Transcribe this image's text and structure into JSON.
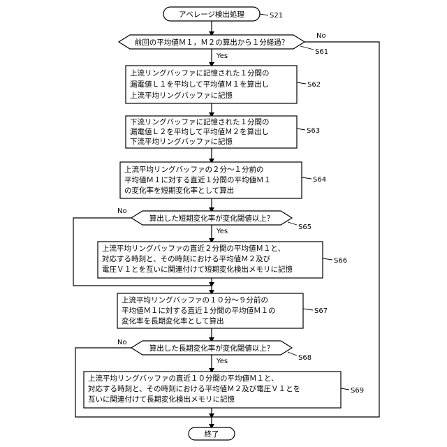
{
  "start": {
    "text": "アベレージ検出処理",
    "step": "S21"
  },
  "end": {
    "text": "終了"
  },
  "decisions": [
    {
      "id": "d1",
      "text": "前回の平均値Ｍ１，Ｍ２の算出から１分経過？",
      "step": "S61",
      "yes": "Yes",
      "no": "No"
    },
    {
      "id": "d2",
      "text": "算出した短期変化率が変化閾値以上？",
      "step": "S65",
      "yes": "Yes",
      "no": "No"
    },
    {
      "id": "d3",
      "text": "算出した長期変化率が変化閾値以上？",
      "step": "S68",
      "yes": "Yes",
      "no": "No"
    }
  ],
  "processes": [
    {
      "id": "p1",
      "step": "S62",
      "lines": [
        "上流リングバッファに記憶された１分間の",
        "漏電値Ｌ１を平均して平均値Ｍ１を算出し",
        "上流平均リングバッファに記憶"
      ]
    },
    {
      "id": "p2",
      "step": "S63",
      "lines": [
        "下流リングバッファに記憶された１分間の",
        "漏電値Ｌ２を平均して平均値Ｍ２を算出し",
        "下流平均リングバッファに記憶"
      ]
    },
    {
      "id": "p3",
      "step": "S64",
      "lines": [
        "上流平均リングバッファの２分〜１分前の",
        "平均値Ｍ１に対する直近１分間の平均値Ｍ１",
        "の変化率を短期変化率として算出"
      ]
    },
    {
      "id": "p4",
      "step": "S66",
      "lines": [
        "上流平均リングバッファの直近２分間の平均値Ｍ１と、",
        "対応する時刻と、その時刻における平均値Ｍ２及び",
        "電圧Ｖ１とを互いに関連付けて短期変化検出メモリに記憶"
      ]
    },
    {
      "id": "p5",
      "step": "S67",
      "lines": [
        "上流平均リングバッファの１０分〜９分前の",
        "平均値Ｍ１に対する直近１分間の平均値Ｍ１の",
        "変化率を長期変化率として算出"
      ]
    },
    {
      "id": "p6",
      "step": "S69",
      "lines": [
        "上流平均リングバッファの直近１０分間の平均値Ｍ１と、",
        "対応する時刻と、その時刻における平均値Ｍ２及び電圧Ｖ１とを",
        "互いに関連付けて長期変化検出メモリに記憶"
      ]
    }
  ]
}
